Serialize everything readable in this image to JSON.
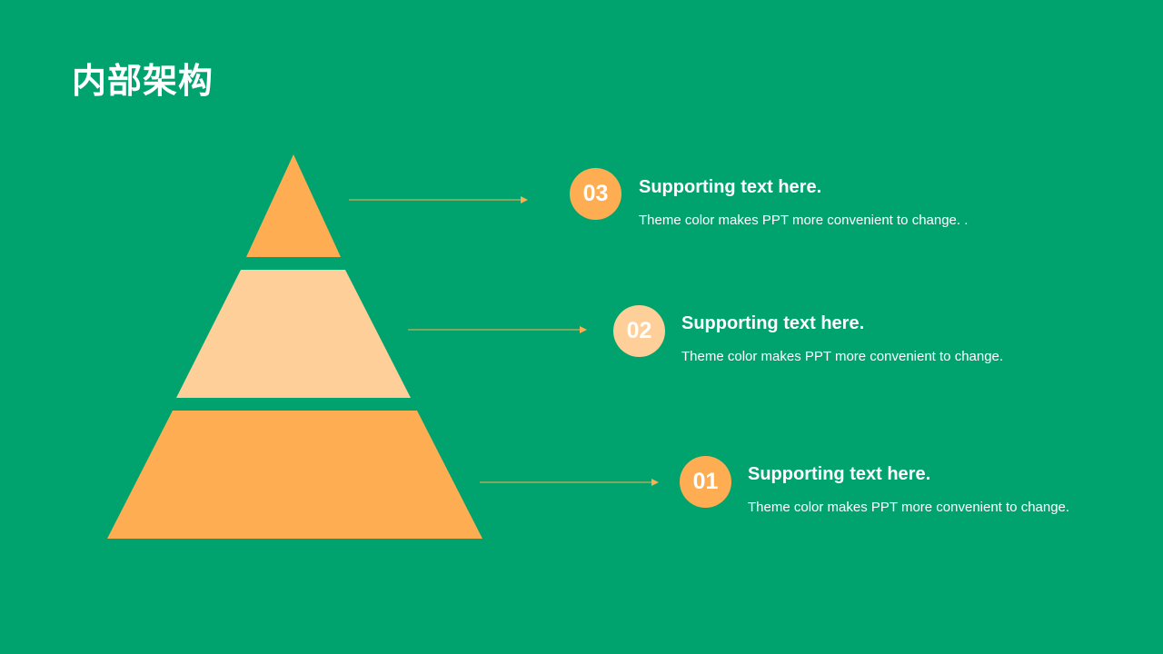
{
  "title": "内部架构",
  "colors": {
    "background": "#00A36E",
    "orange": "#FFAD52",
    "light_orange": "#FFCF99",
    "white": "#FFFFFF"
  },
  "items": [
    {
      "number": "03",
      "heading": "Supporting text here.",
      "description": "Theme color makes PPT more convenient to change. ."
    },
    {
      "number": "02",
      "heading": "Supporting text here.",
      "description": "Theme color makes PPT more convenient to change."
    },
    {
      "number": "01",
      "heading": "Supporting text here.",
      "description": "Theme color makes PPT more convenient to change."
    }
  ]
}
